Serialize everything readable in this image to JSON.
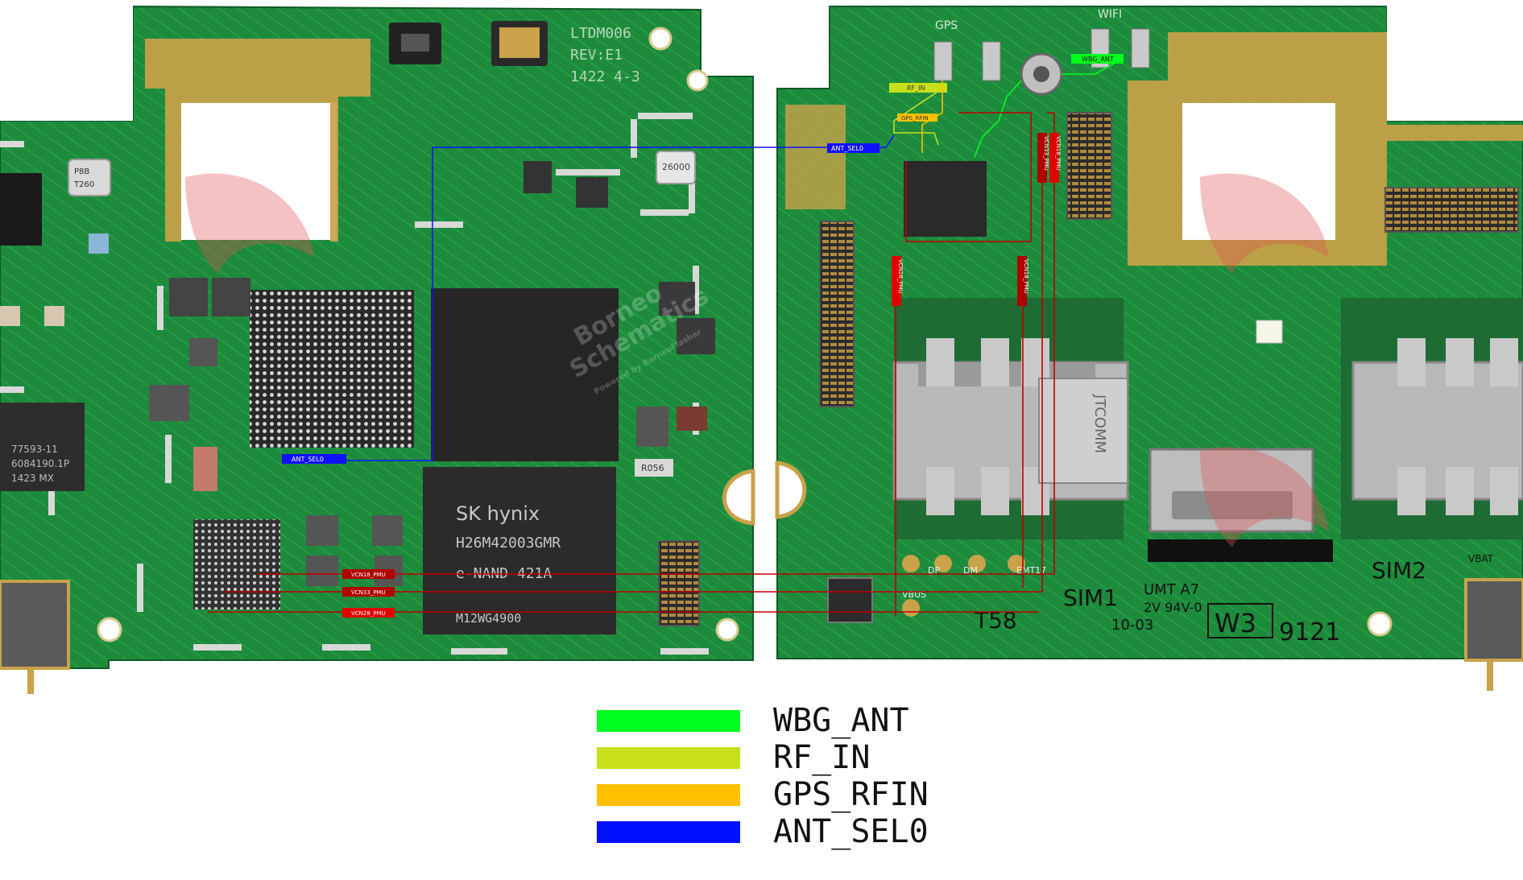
{
  "board": {
    "model_text": "LTDM006",
    "rev_text": "REV:E1",
    "date_text": "1422 4-3",
    "watermark_word_1": "Borneo",
    "watermark_word_2": "Schematics",
    "watermark_small": "Powered by BorneoFlasher"
  },
  "chips": {
    "pmic_line1": "77593-11",
    "pmic_line2": "6084190.1P",
    "pmic_line3": "1423    MX",
    "emmc_brand": "SK hynix",
    "emmc_part": "H26M42003GMR",
    "emmc_type": "e-NAND  421A",
    "emmc_code": "M12WG4900",
    "crystal_label": "26000",
    "small_chip_1": "P8B",
    "small_chip_2": "T260",
    "sim_tray_brand": "JTCOMM",
    "ic_mark": "R056"
  },
  "board_right": {
    "gps_label": "GPS",
    "wifi_label": "WIFI",
    "sim1_label": "SIM1",
    "sim2_label": "SIM2",
    "umt_text": "UMT A7",
    "rating_text": "2V 94V-0",
    "batch_text": "10-03",
    "t58_text": "T58",
    "ul_mark": "W3",
    "code_9121": "9121",
    "pad_dp": "DP",
    "pad_dm": "DM",
    "pad_vbus": "VBUS",
    "pad_emt": "EMT17",
    "vbat_text": "VBAT"
  },
  "nets": {
    "ant_sel0_left": "ANT_SEL0",
    "ant_sel0_right": "ANT_SEL0",
    "rf_in": "RF_IN",
    "gps_rfin": "GPS_RFIN",
    "wbg_ant": "WBG_ANT",
    "vcn18": "VCN18_PMU",
    "vcn33": "VCN33_PMU",
    "vcn28": "VCN28_PMU",
    "vcn18_r": "VCN18_PMU",
    "vcn28_r": "VCN28_PMU",
    "vcn33_r": "VCN33_PMU",
    "vcn18_v": "VCN18_PMU"
  },
  "legend": [
    {
      "label": "WBG_ANT",
      "color": "#00ff1e"
    },
    {
      "label": "RF_IN",
      "color": "#c8e01c"
    },
    {
      "label": "GPS_RFIN",
      "color": "#ffc000"
    },
    {
      "label": "ANT_SEL0",
      "color": "#0010ff"
    }
  ],
  "colors": {
    "pcb": "#1d8a3c",
    "pcb_dark": "#166f2f",
    "gold": "#c9a24a",
    "trace_red": "#c00000",
    "trace_blue": "#1010ff"
  }
}
